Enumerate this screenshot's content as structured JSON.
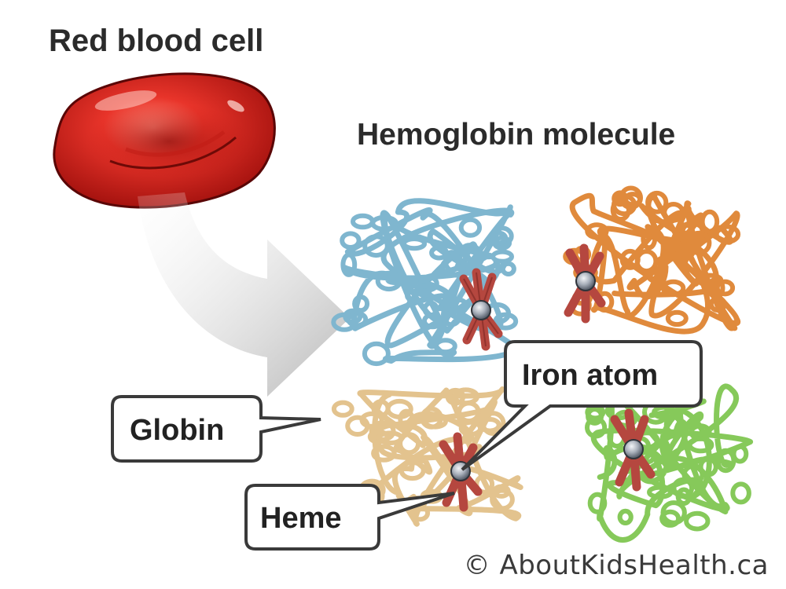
{
  "titles": {
    "red_blood_cell": "Red blood cell",
    "hemoglobin": "Hemoglobin molecule"
  },
  "labels": {
    "globin": "Globin",
    "iron_atom": "Iron atom",
    "heme": "Heme"
  },
  "credit": "© AboutKidsHealth.ca",
  "colors": {
    "blue_chain": "#7fb6cf",
    "orange_chain": "#e08a3c",
    "tan_chain": "#e3c38e",
    "green_chain": "#86c95a",
    "heme": "#b5473f",
    "iron": "#9aa3b0",
    "cell_red": "#d2221b"
  }
}
